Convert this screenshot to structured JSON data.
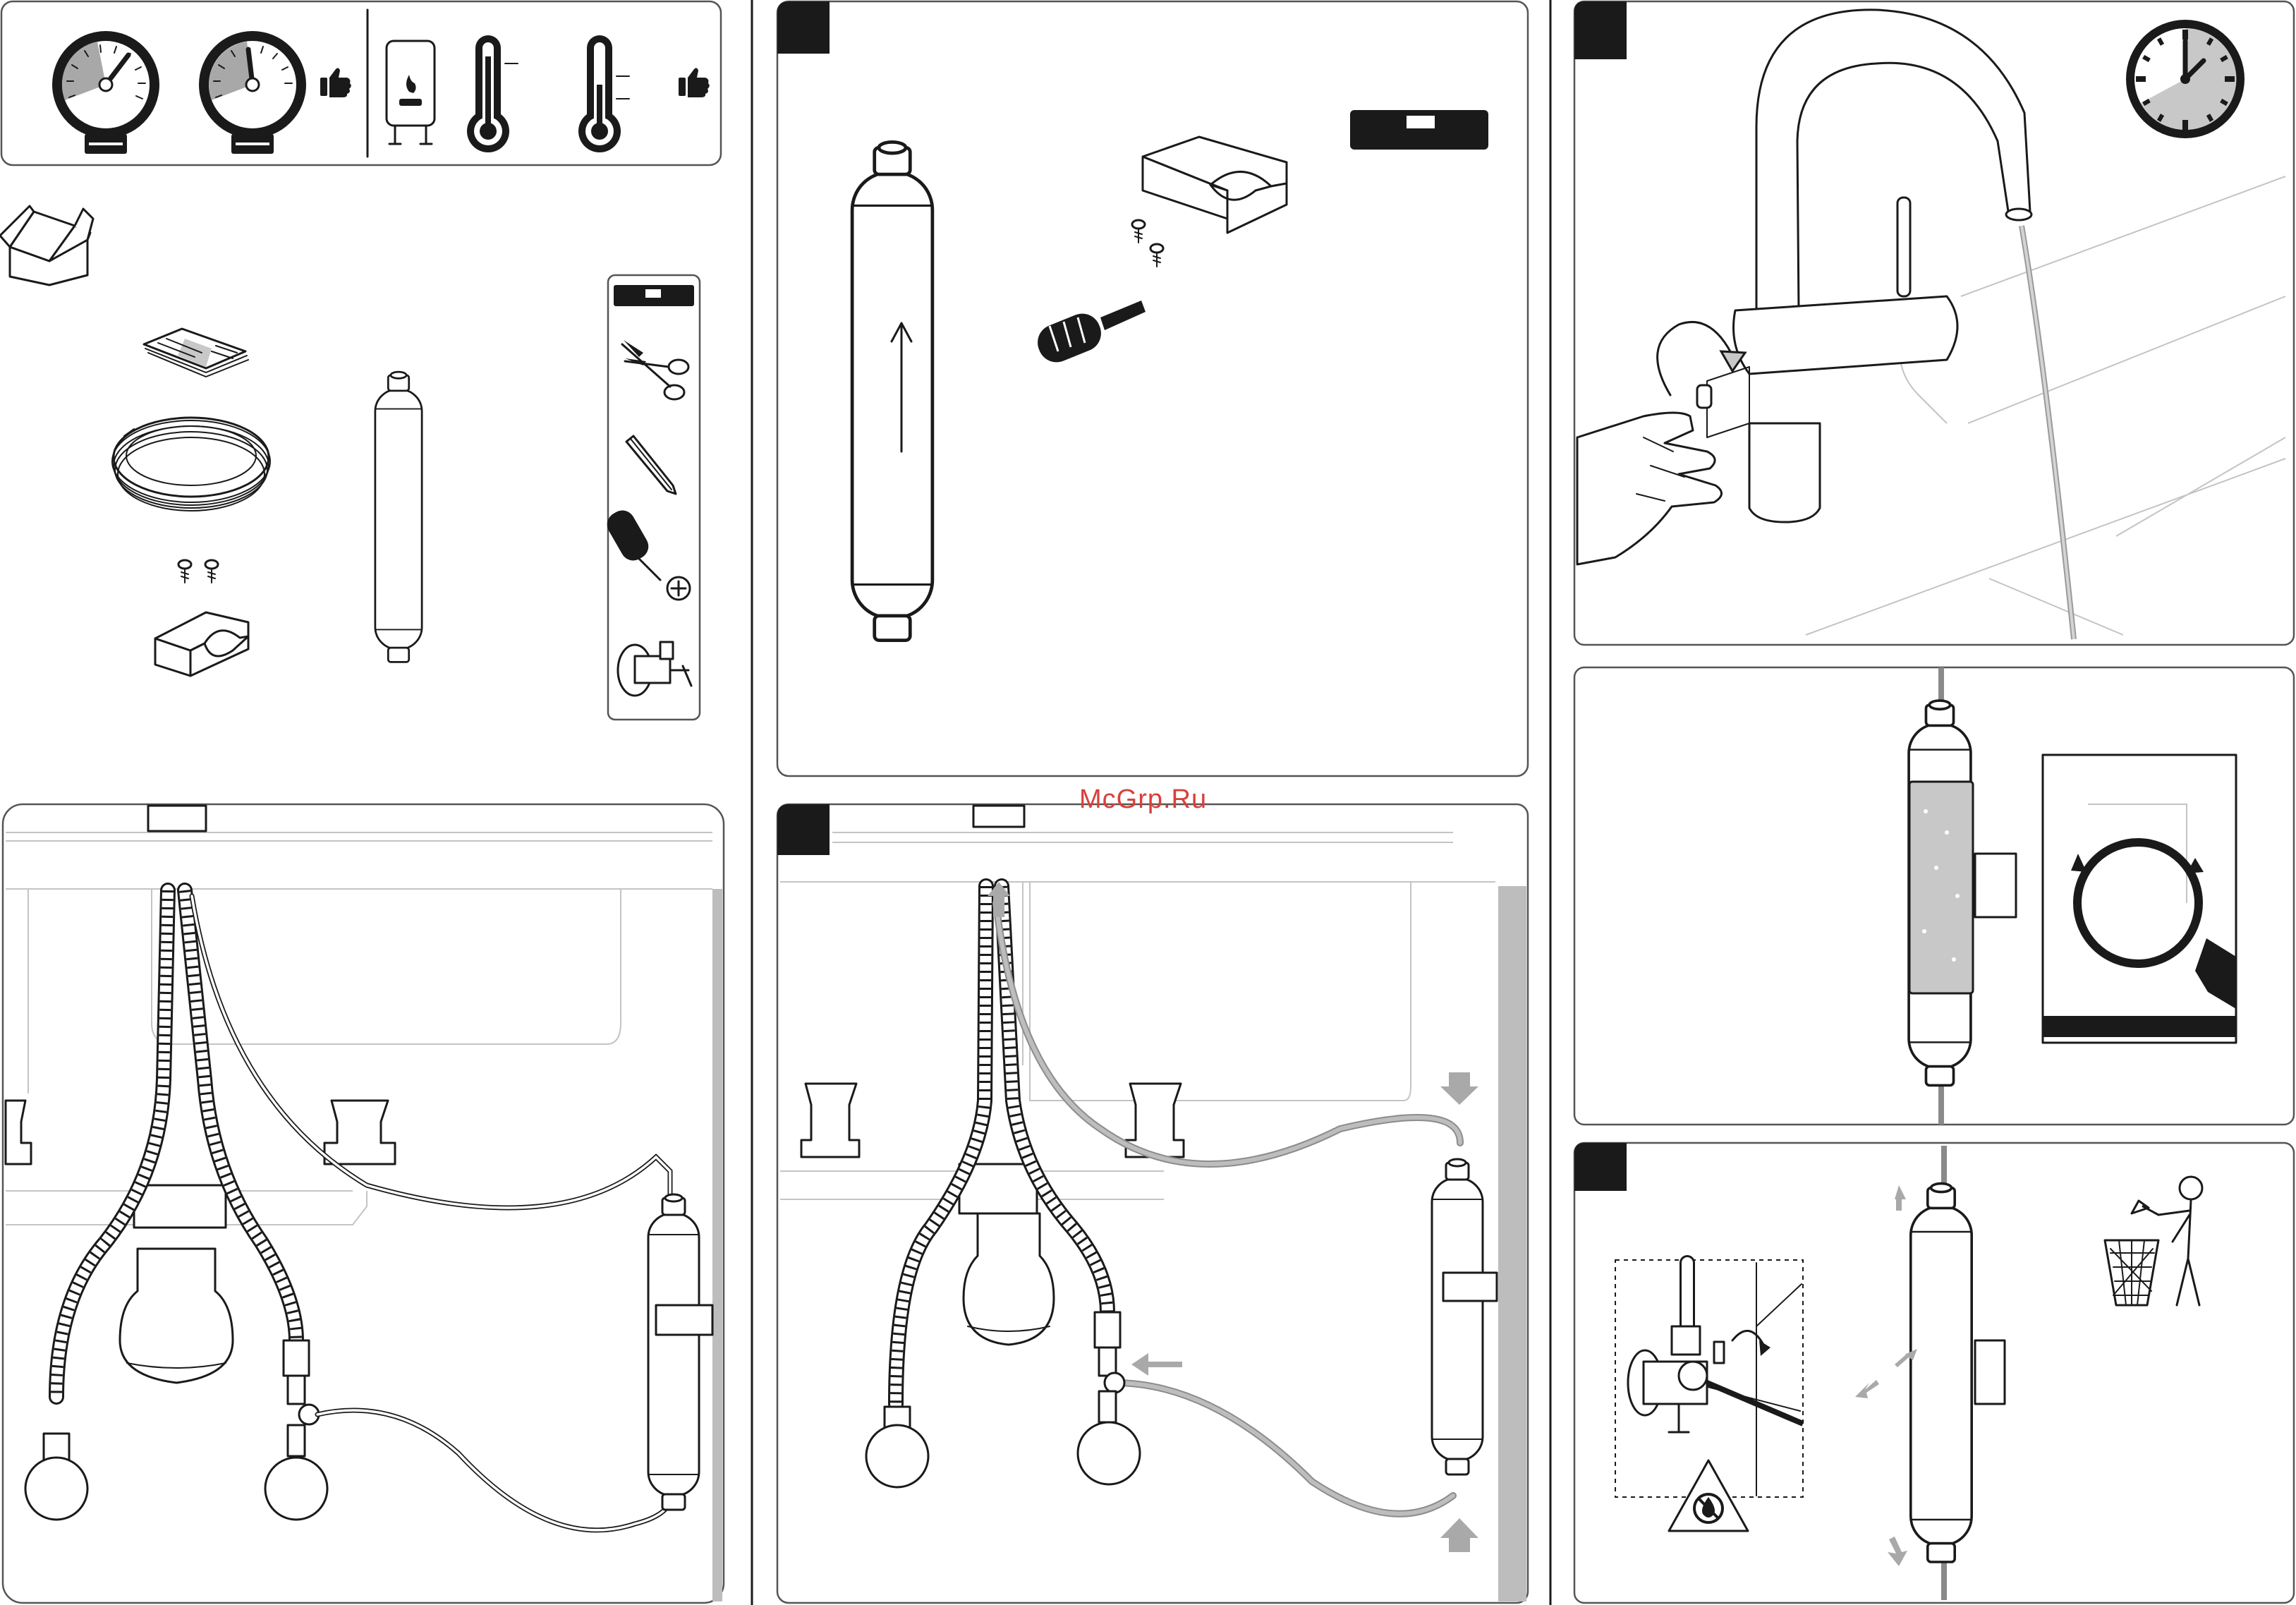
{
  "watermark": {
    "text": "McGrp.Ru",
    "color": "#d9403a"
  },
  "palette": {
    "ink": "#1a1a1a",
    "fill_grey": "#c8c8c8",
    "panel_grey": "#bdbdbd",
    "border": "#555555"
  },
  "panels": [
    {
      "id": "requirements",
      "icons": [
        "pressure-gauge-icon",
        "pressure-gauge-low-icon",
        "thumbs-up-icon",
        "water-heater-icon",
        "thermometer-icon",
        "thermometer-low-icon",
        "thumbs-up-icon"
      ]
    },
    {
      "id": "package-contents",
      "icons": [
        "box-icon",
        "manual-icon",
        "tubing-coil-icon",
        "screw-icon",
        "mounting-clip-icon",
        "filter-cartridge-icon"
      ]
    },
    {
      "id": "tools",
      "icons": [
        "spirit-level-icon",
        "scissors-icon",
        "pencil-icon",
        "screwdriver-icon",
        "phillips-bit-icon",
        "angle-valve-icon"
      ]
    },
    {
      "id": "step-mount-bracket",
      "icons": [
        "filter-cartridge-icon",
        "flow-arrow-icon",
        "bracket-icon",
        "screw-icon",
        "screwdriver-icon",
        "spirit-level-icon"
      ]
    },
    {
      "id": "step-flush-tap",
      "icons": [
        "faucet-icon",
        "hand-icon",
        "rotate-arrow-icon",
        "clock-icon",
        "water-stream-icon"
      ]
    },
    {
      "id": "step-install-overview",
      "icons": [
        "sink-icon",
        "braided-hose-icon",
        "angle-valve-icon",
        "filter-cartridge-icon",
        "tubing-icon"
      ]
    },
    {
      "id": "step-connect-flow",
      "icons": [
        "sink-icon",
        "flow-arrow-icon",
        "filter-cartridge-icon",
        "tubing-icon"
      ]
    },
    {
      "id": "step-check-date",
      "icons": [
        "filter-cartridge-icon",
        "magnifier-icon",
        "date-ring-icon"
      ]
    },
    {
      "id": "step-replace-filter",
      "icons": [
        "angle-valve-icon",
        "close-valve-arrow-icon",
        "no-water-warning-icon",
        "filter-cartridge-icon",
        "flow-arrow-icon",
        "recycle-bin-person-icon"
      ]
    }
  ]
}
